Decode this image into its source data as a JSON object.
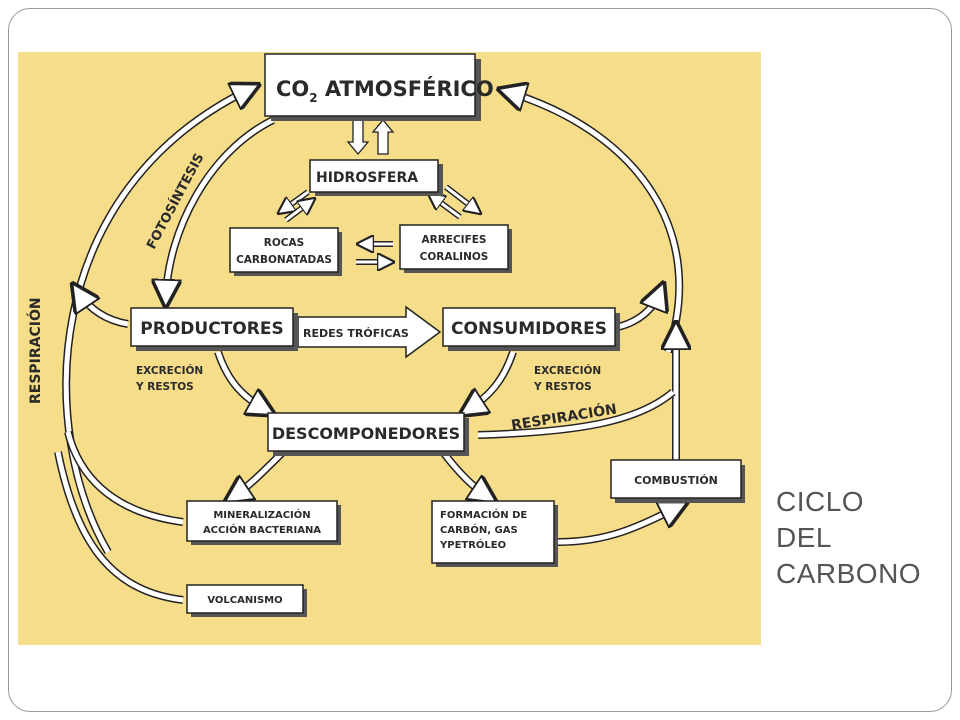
{
  "slide": {
    "title_lines": [
      "CICLO",
      "DEL",
      "CARBONO"
    ]
  },
  "diagram": {
    "nodes": {
      "co2": {
        "text": "CO",
        "sub": "2",
        "rest": " ATMOSFÉRICO"
      },
      "hidrosfera": "HIDROSFERA",
      "rocas": [
        "ROCAS",
        "CARBONATADAS"
      ],
      "arrecifes": [
        "ARRECIFES",
        "CORALINOS"
      ],
      "productores": "PRODUCTORES",
      "consumidores": "CONSUMIDORES",
      "descomponedores": "DESCOMPONEDORES",
      "mineralizacion": [
        "MINERALIZACIÓN",
        "ACCIÓN BACTERIANA"
      ],
      "formacion": [
        "FORMACIÓN DE",
        "CARBÓN, GAS",
        "YPETRÓLEO"
      ],
      "combustion": "COMBUSTIÓN",
      "volcanismo": "VOLCANISMO"
    },
    "labels": {
      "fotosintesis": "FOTOSÍNTESIS",
      "respiracion_left": "RESPIRACIÓN",
      "respiracion_right": "RESPIRACIÓN",
      "redes_troficas": "REDES TRÓFICAS",
      "excrecion_left": [
        "EXCRECIÓN",
        "Y RESTOS"
      ],
      "excrecion_right": [
        "EXCRECIÓN",
        "Y RESTOS"
      ]
    },
    "colors": {
      "background": "#f6dd8a",
      "box_fill": "#ffffff",
      "outline": "#222222"
    }
  }
}
